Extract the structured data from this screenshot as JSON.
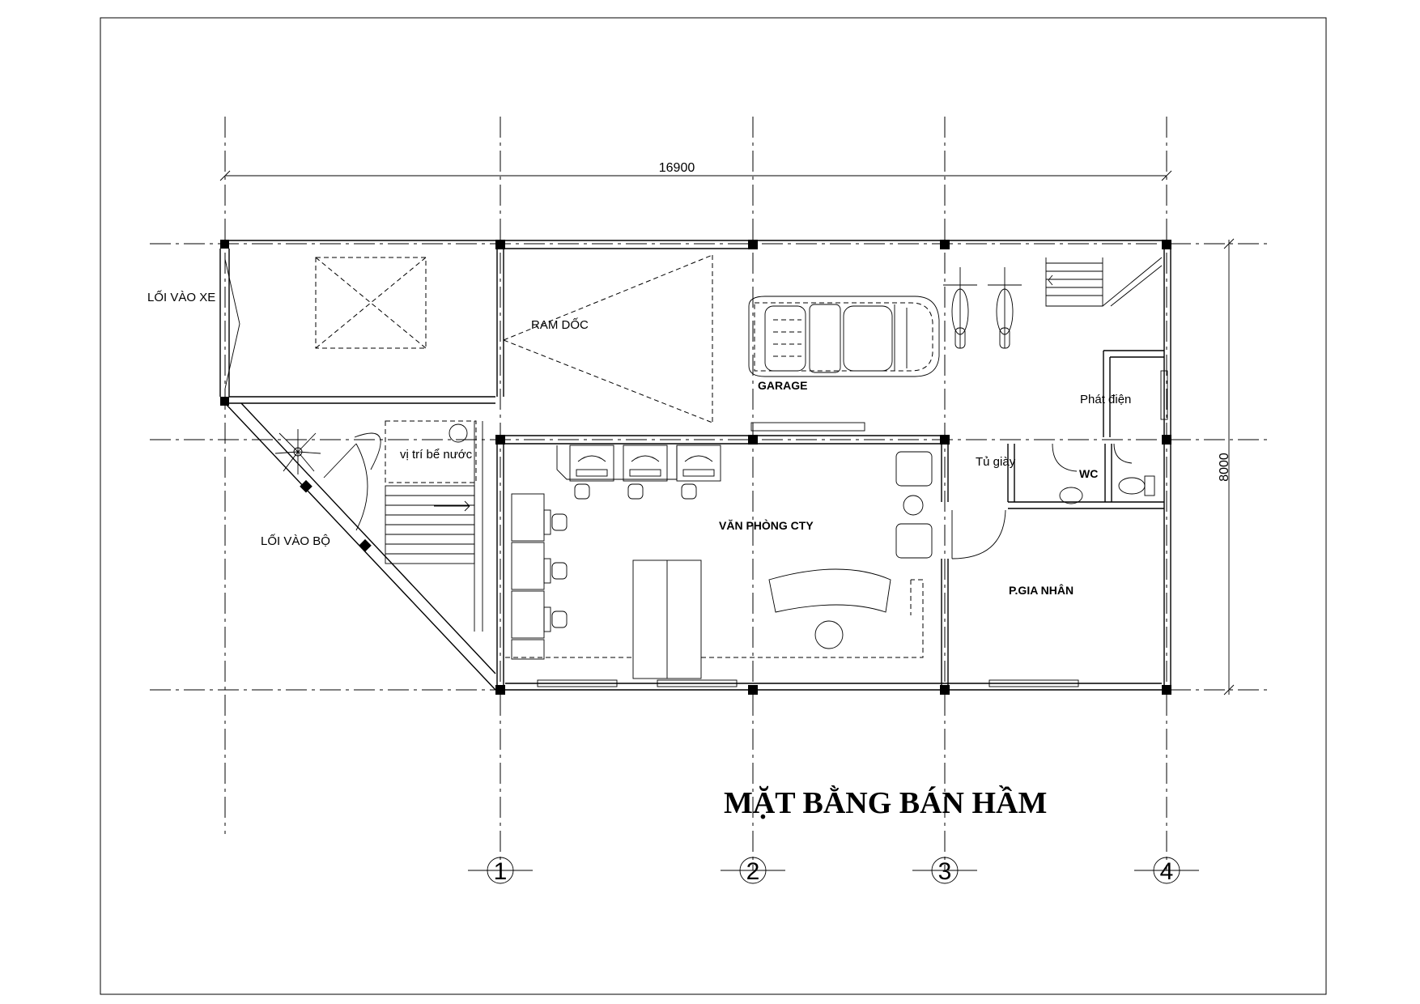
{
  "title": "MẶT BẰNG BÁN HẦM",
  "dimensions": {
    "width_label": "16900",
    "depth_label": "8000"
  },
  "axes": [
    "1",
    "2",
    "3",
    "4"
  ],
  "rooms": {
    "vehicle_entrance": "LỐI VÀO XE",
    "pedestrian_entrance": "LỐI VÀO BỘ",
    "ramp": "RAM DỐC",
    "garage": "GARAGE",
    "generator": "Phát điện",
    "water_tank": "vị trí bể nước",
    "shoe_cabinet": "Tủ giày",
    "wc": "WC",
    "office": "VĂN PHÒNG CTY",
    "family_room": "P.GIA NHÂN"
  }
}
